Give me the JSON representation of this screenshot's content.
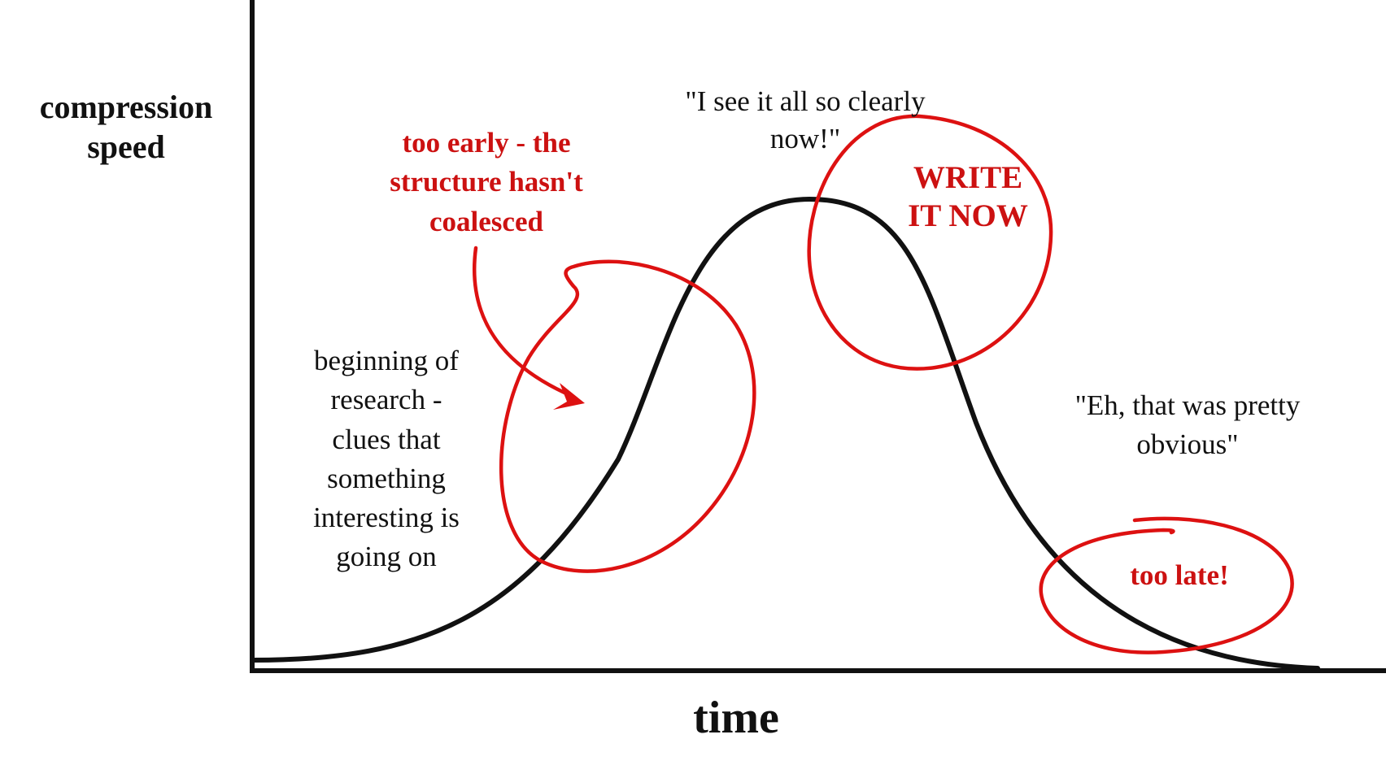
{
  "axes": {
    "y_label": "compression\nspeed",
    "x_label": "time"
  },
  "annotations": {
    "too_early": "too early - the\nstructure hasn't\ncoalesced",
    "see_clearly": "\"I see it all so clearly\nnow!\"",
    "write_it_now": "WRITE\nIT NOW",
    "beginning": "beginning of\nresearch -\nclues that\nsomething\ninteresting is\ngoing on",
    "eh_obvious": "\"Eh, that was pretty\nobvious\"",
    "too_late": "too late!"
  },
  "colors": {
    "curve": "#111111",
    "axes": "#111111",
    "annotation_red": "#dd1111",
    "text_black": "#111111"
  }
}
